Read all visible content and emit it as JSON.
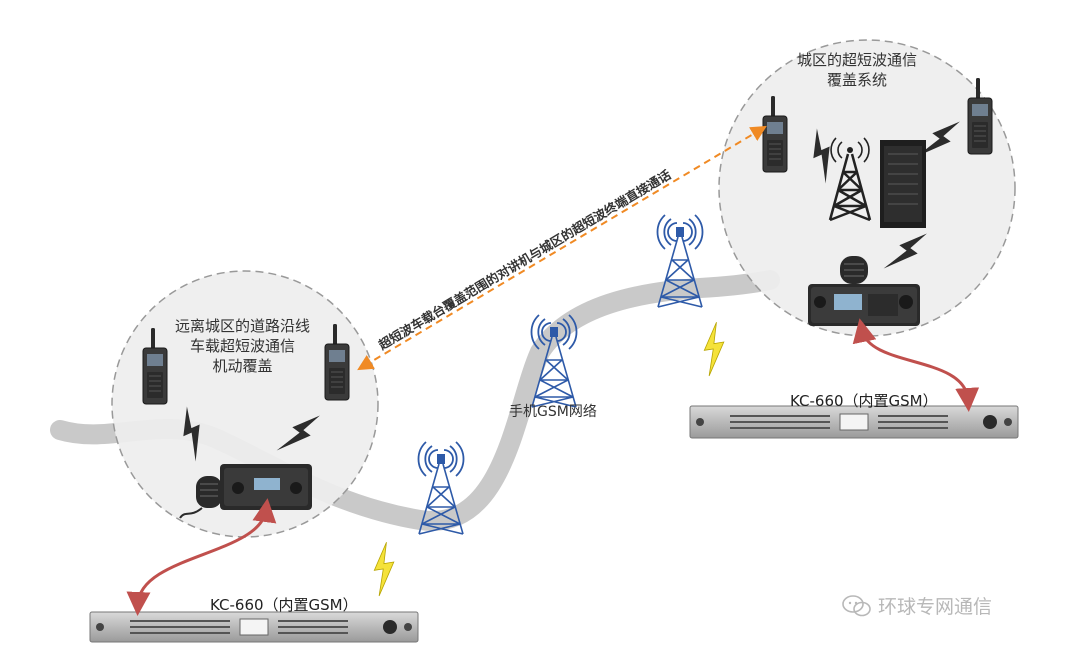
{
  "labels": {
    "city_system": [
      "城区的超短波通信",
      "覆盖系统"
    ],
    "roadside": [
      "远离城区的道路沿线",
      "车载超短波通信",
      "机动覆盖"
    ],
    "gsm_network": "手机GSM网络",
    "direct_call": "超短波车载台覆盖范围的对讲机与城区的超短波终端直接通话",
    "kc_right": "KC-660（内置GSM）",
    "kc_left": "KC-660（内置GSM）"
  },
  "watermark": "环球专网通信",
  "colors": {
    "road": "#c9c9c9",
    "circle_fill": "#eeeeee",
    "circle_stroke": "#999999",
    "red_link": "#c0504d",
    "orange_link": "#f08a24",
    "tower": "#2e5aa8",
    "lightning": "#f5e23a"
  }
}
